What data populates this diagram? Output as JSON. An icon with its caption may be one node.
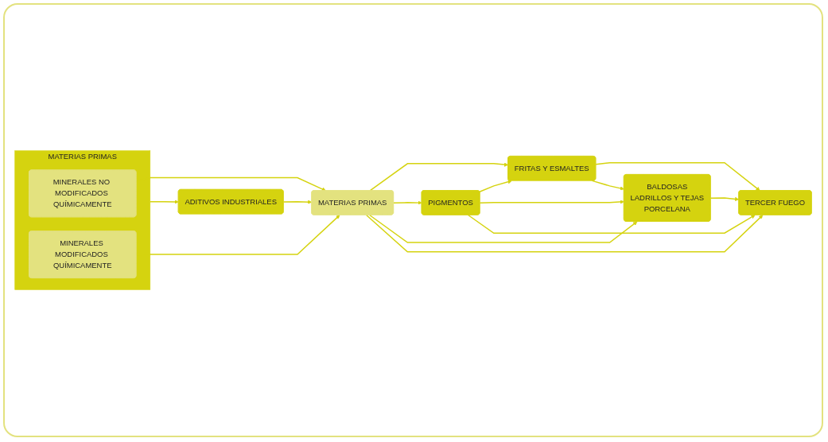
{
  "diagram": {
    "nodes": [
      {
        "text": [
          "MATERIAS PRIMAS"
        ]
      },
      {
        "text": [
          "MINERALES NO MODIFICADOS QUÍMICAMENTE"
        ],
        "in": 0
      },
      {
        "text": [
          "MINERALES MODIFICADOS QUÍMICAMENTE"
        ],
        "in": 0
      },
      {
        "text": [
          "ADITIVOS INDUSTRIALES"
        ]
      },
      {
        "text": [
          "MATERIAS PRIMAS"
        ]
      },
      {
        "text": [
          "FRITAS Y ESMALTES"
        ]
      },
      {
        "text": [
          "PIGMENTOS"
        ]
      },
      {
        "text": [
          "BALDOSAS",
          "LADRILLOS Y TEJAS",
          "PORCELANA"
        ]
      },
      {
        "text": [
          "TERCER FUEGO"
        ]
      }
    ],
    "edges": [
      {
        "from": 1,
        "to": 4,
        "arrow": "to"
      },
      {
        "from": 2,
        "to": 4,
        "arrow": "to"
      },
      {
        "from": 0,
        "to": 3,
        "arrow": "to"
      },
      {
        "from": 3,
        "to": 4,
        "arrow": "to"
      },
      {
        "from": 4,
        "to": 5,
        "arrow": "to"
      },
      {
        "from": 4,
        "to": 6,
        "arrow": "to"
      },
      {
        "from": 4,
        "to": 7,
        "arrow": "to"
      },
      {
        "from": 4,
        "to": 8,
        "arrow": "to"
      },
      {
        "from": 6,
        "to": 5,
        "arrow": "to"
      },
      {
        "from": 6,
        "to": 7,
        "arrow": "to"
      },
      {
        "from": 6,
        "to": 8,
        "arrow": "to"
      },
      {
        "from": 5,
        "to": 8,
        "arrow": "to"
      },
      {
        "from": 5,
        "to": 7,
        "arrow": "to"
      },
      {
        "from": 7,
        "to": 8,
        "arrow": "to"
      }
    ]
  }
}
